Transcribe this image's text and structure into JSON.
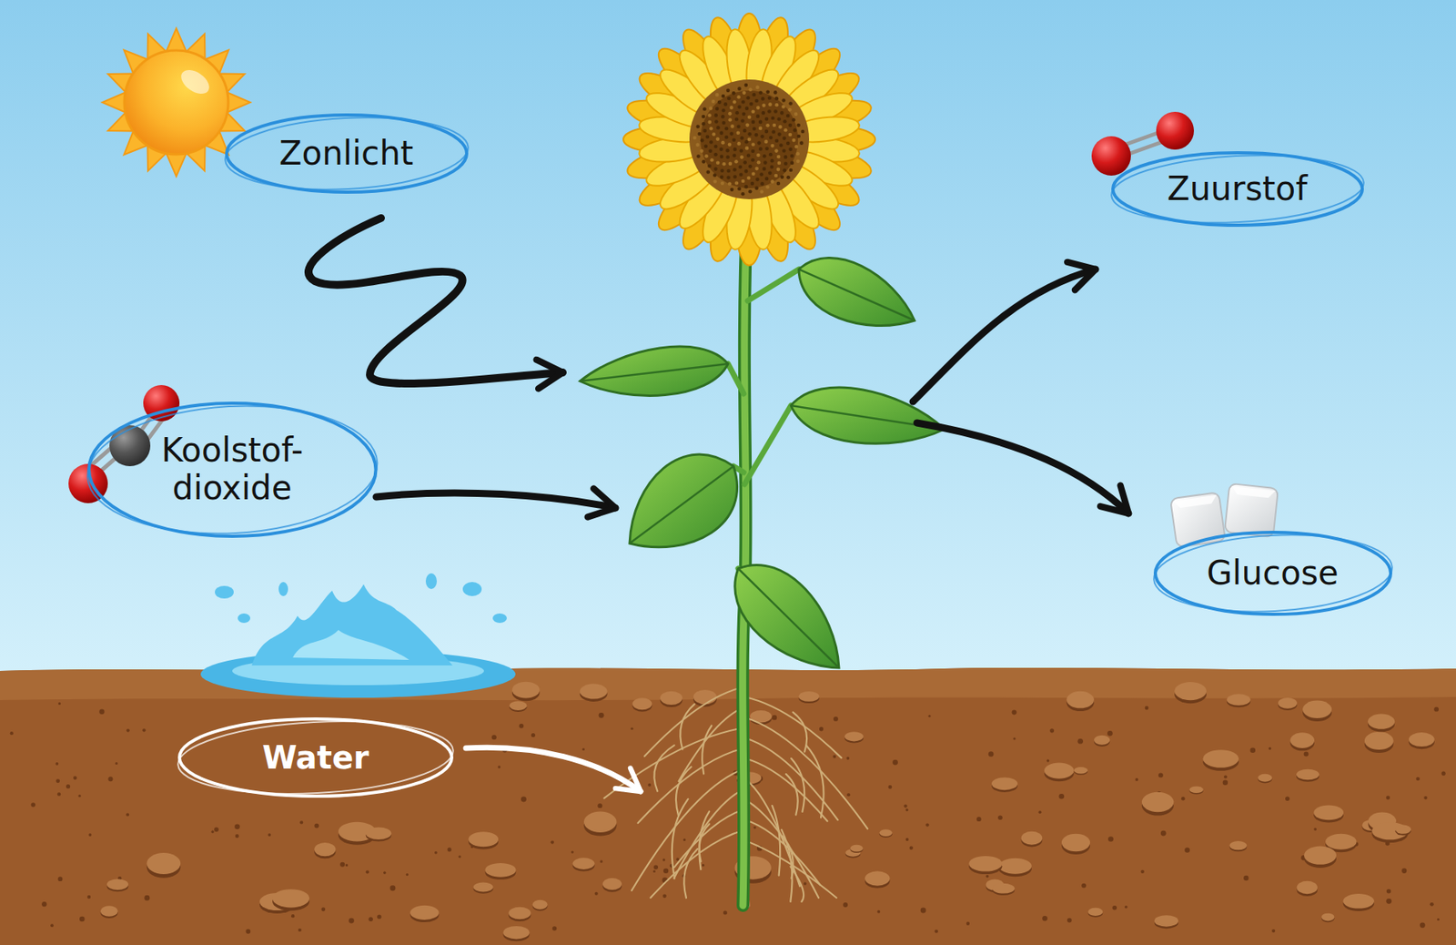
{
  "diagram": {
    "nodes": [
      {
        "text": [
          "Zonlicht"
        ]
      },
      {
        "text": [
          "Zuurstof"
        ]
      },
      {
        "text": [
          "Koolstof- dioxide"
        ]
      },
      {
        "text": [
          "Glucose"
        ]
      },
      {
        "text": [
          "Water"
        ]
      }
    ]
  }
}
